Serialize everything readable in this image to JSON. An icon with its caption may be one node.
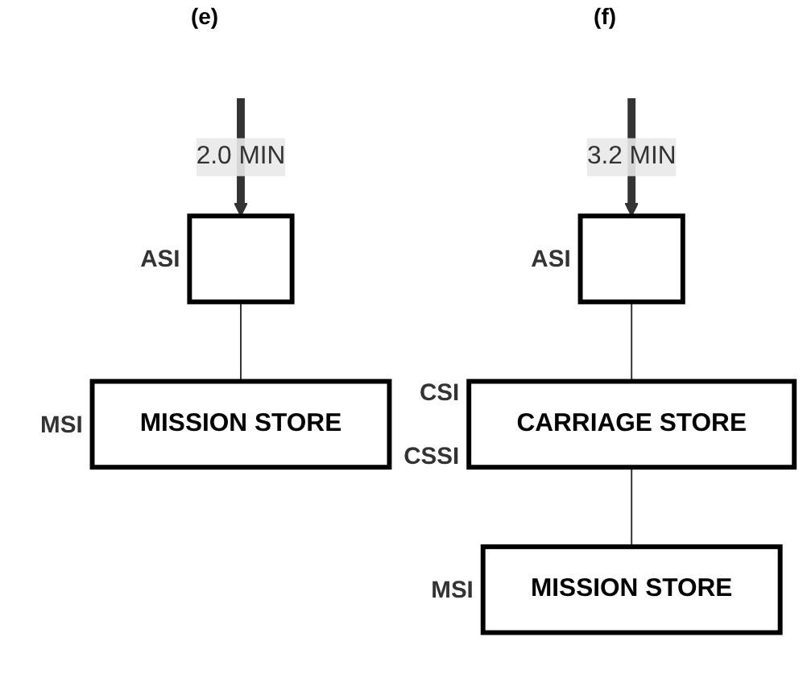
{
  "diagram": {
    "nodes": [
      {
        "text": [],
        "shape": "box",
        "beside": [
          "ASI"
        ]
      },
      {
        "text": [
          "MISSION STORE"
        ],
        "beside": [
          "MSI"
        ]
      },
      {
        "text": [],
        "shape": "box",
        "beside": [
          "ASI"
        ]
      },
      {
        "text": [
          "CARRIAGE STORE"
        ],
        "beside": [
          "CSI",
          "CSSI"
        ]
      },
      {
        "text": [
          "MISSION STORE"
        ],
        "beside": [
          "MSI"
        ]
      }
    ],
    "edges": [
      {
        "from": null,
        "to": 0,
        "arrow": "to",
        "label": "2.0 MIN",
        "style": "thick"
      },
      {
        "from": 0,
        "to": 1,
        "arrow": "none"
      },
      {
        "from": null,
        "to": 2,
        "arrow": "to",
        "label": "3.2 MIN",
        "style": "thick"
      },
      {
        "from": 2,
        "to": 3,
        "arrow": "none"
      },
      {
        "from": 3,
        "to": 4,
        "arrow": "none"
      }
    ],
    "labels": [
      "(e)",
      "(f)"
    ]
  }
}
